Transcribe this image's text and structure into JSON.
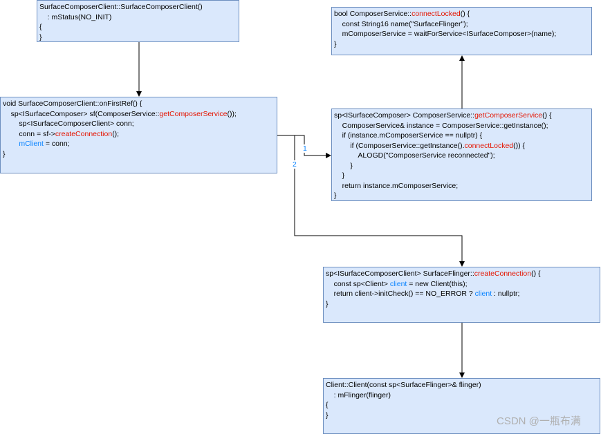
{
  "boxes": [
    {
      "id": "b1",
      "name": "surfacecomposerclient-constructor-box",
      "lines": [
        [
          {
            "t": "SurfaceComposerClient::SurfaceComposerClient()"
          }
        ],
        [
          {
            "t": "    : mStatus(NO_INIT)"
          }
        ],
        [
          {
            "t": "{"
          }
        ],
        [
          {
            "t": "}"
          }
        ]
      ]
    },
    {
      "id": "b2",
      "name": "onfirstref-box",
      "lines": [
        [
          {
            "t": "void SurfaceComposerClient::onFirstRef() {"
          }
        ],
        [
          {
            "t": "    sp<ISurfaceComposer> sf(ComposerService::"
          },
          {
            "t": "getComposerService",
            "c": "red"
          },
          {
            "t": "());"
          }
        ],
        [
          {
            "t": "        sp<ISurfaceComposerClient> conn;"
          }
        ],
        [
          {
            "t": "        conn = sf->"
          },
          {
            "t": "createConnection",
            "c": "red"
          },
          {
            "t": "();"
          }
        ],
        [
          {
            "t": "        "
          },
          {
            "t": "mClient",
            "c": "blue"
          },
          {
            "t": " = conn;"
          }
        ],
        [
          {
            "t": "}"
          }
        ]
      ]
    },
    {
      "id": "b3",
      "name": "connectlocked-box",
      "lines": [
        [
          {
            "t": "bool ComposerService::"
          },
          {
            "t": "connectLocked",
            "c": "red"
          },
          {
            "t": "() {"
          }
        ],
        [
          {
            "t": "    const String16 name(\"SurfaceFlinger\");"
          }
        ],
        [
          {
            "t": "    mComposerService = waitForService<ISurfaceComposer>(name);"
          }
        ],
        [
          {
            "t": "}"
          }
        ]
      ]
    },
    {
      "id": "b4",
      "name": "getcomposerservice-box",
      "lines": [
        [
          {
            "t": "sp<ISurfaceComposer> ComposerService::"
          },
          {
            "t": "getComposerService",
            "c": "red"
          },
          {
            "t": "() {"
          }
        ],
        [
          {
            "t": "    ComposerService& instance = ComposerService::getInstance();"
          }
        ],
        [
          {
            "t": "    if (instance.mComposerService == nullptr) {"
          }
        ],
        [
          {
            "t": "        if (ComposerService::getInstance()."
          },
          {
            "t": "connectLocked",
            "c": "red"
          },
          {
            "t": "()) {"
          }
        ],
        [
          {
            "t": "            ALOGD(\"ComposerService reconnected\");"
          }
        ],
        [
          {
            "t": "        }"
          }
        ],
        [
          {
            "t": "    }"
          }
        ],
        [
          {
            "t": "    return instance.mComposerService;"
          }
        ],
        [
          {
            "t": "}"
          }
        ]
      ]
    },
    {
      "id": "b5",
      "name": "surfaceflinger-createconnection-box",
      "lines": [
        [
          {
            "t": "sp<ISurfaceComposerClient> SurfaceFlinger::"
          },
          {
            "t": "createConnection",
            "c": "red"
          },
          {
            "t": "() {"
          }
        ],
        [
          {
            "t": "    const sp<Client> "
          },
          {
            "t": "client",
            "c": "blue"
          },
          {
            "t": " = new Client(this);"
          }
        ],
        [
          {
            "t": "    return client->initCheck() == NO_ERROR ? "
          },
          {
            "t": "client",
            "c": "blue"
          },
          {
            "t": " : nullptr;"
          }
        ],
        [
          {
            "t": "}"
          }
        ]
      ]
    },
    {
      "id": "b6",
      "name": "client-constructor-box",
      "lines": [
        [
          {
            "t": "Client::Client(const sp<SurfaceFlinger>& flinger)"
          }
        ],
        [
          {
            "t": "    : mFlinger(flinger)"
          }
        ],
        [
          {
            "t": "{"
          }
        ],
        [
          {
            "t": "}"
          }
        ]
      ]
    }
  ],
  "edge_labels": {
    "one": "1",
    "two": "2"
  },
  "colors": {
    "fill": "#dae8fc",
    "stroke": "#6c8ebf",
    "red": "#e51400",
    "blue": "#0a84ff"
  },
  "watermark": "CSDN @一瓶布满"
}
